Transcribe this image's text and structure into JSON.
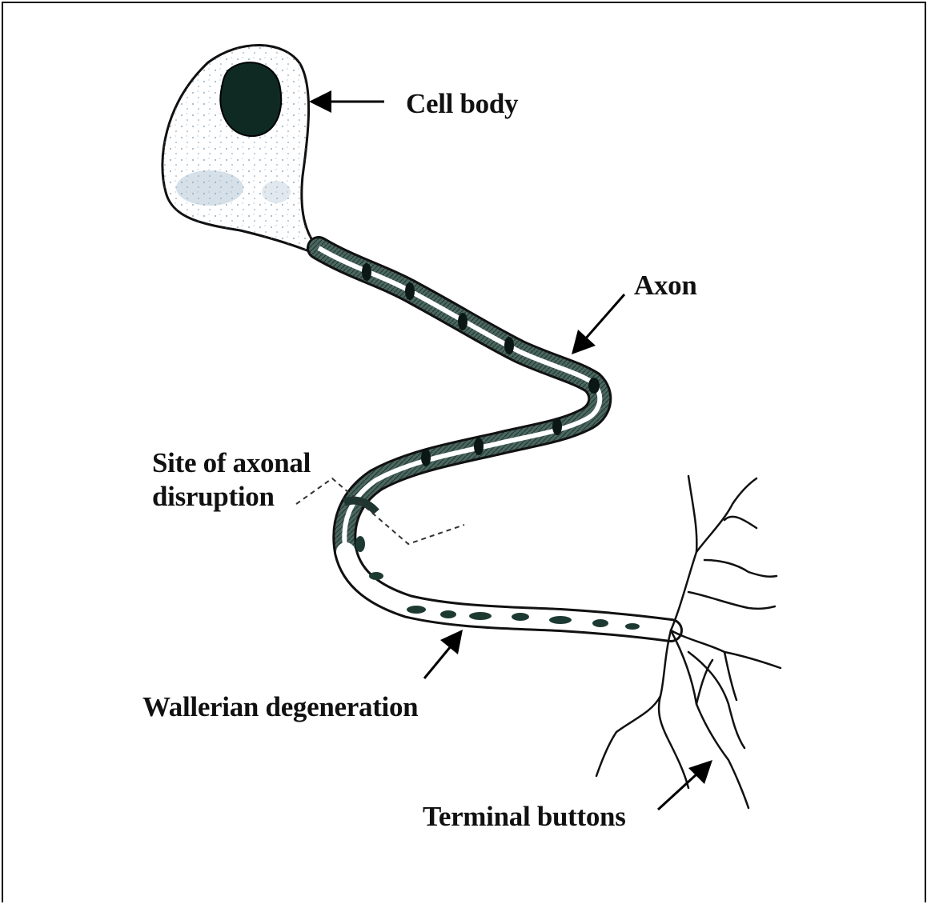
{
  "labels": {
    "cell_body": "Cell body",
    "axon": "Axon",
    "site_line1": "Site of axonal",
    "site_line2": "disruption",
    "wallerian": "Wallerian degeneration",
    "terminal": "Terminal buttons"
  },
  "colors": {
    "ink": "#111111",
    "nucleus": "#0f2a22",
    "myelin": "#3f5a52",
    "stipple": "#5b7f9e"
  }
}
